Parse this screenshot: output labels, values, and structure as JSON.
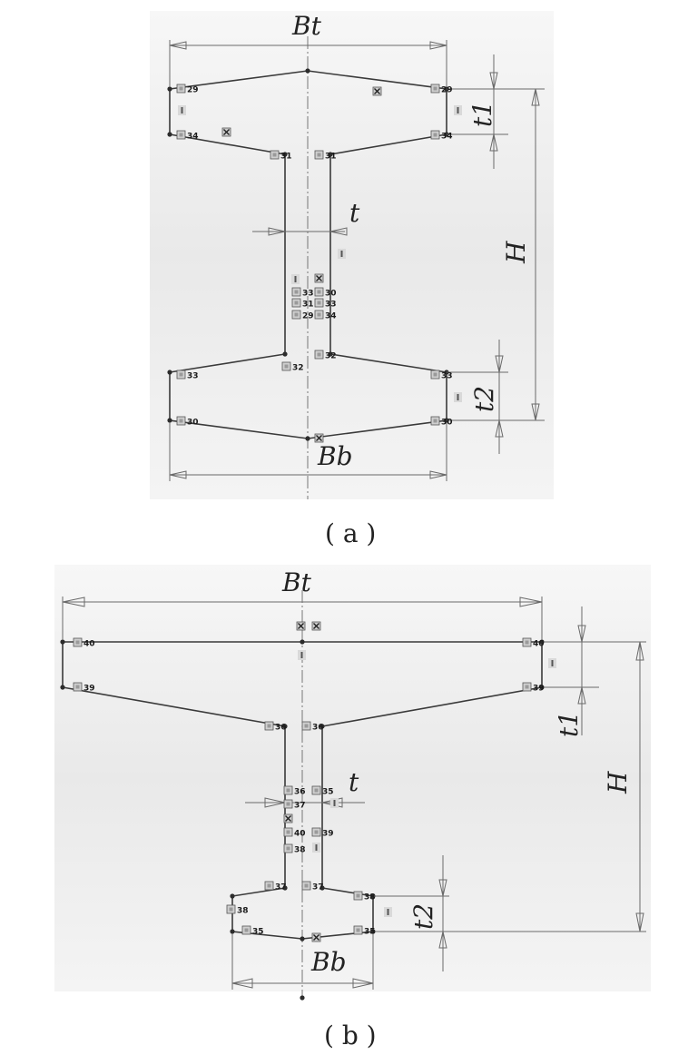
{
  "figures": [
    {
      "id": "a",
      "caption": "( a )",
      "labels": {
        "top_width": "Bt",
        "bottom_width": "Bb",
        "web": "t",
        "top_flange": "t1",
        "bottom_flange": "t2",
        "height": "H"
      },
      "tags": [
        "29",
        "29",
        "34",
        "34",
        "31",
        "31",
        "33",
        "30",
        "33",
        "31",
        "29",
        "34",
        "32",
        "32",
        "33",
        "33",
        "30",
        "30"
      ]
    },
    {
      "id": "b",
      "caption": "( b )",
      "labels": {
        "top_width": "Bt",
        "bottom_width": "Bb",
        "web": "t",
        "top_flange": "t1",
        "bottom_flange": "t2",
        "height": "H"
      },
      "tags": [
        "40",
        "40",
        "39",
        "39",
        "36",
        "36",
        "36",
        "35",
        "37",
        "40",
        "39",
        "38",
        "37",
        "37",
        "38",
        "38",
        "35",
        "35"
      ]
    }
  ]
}
